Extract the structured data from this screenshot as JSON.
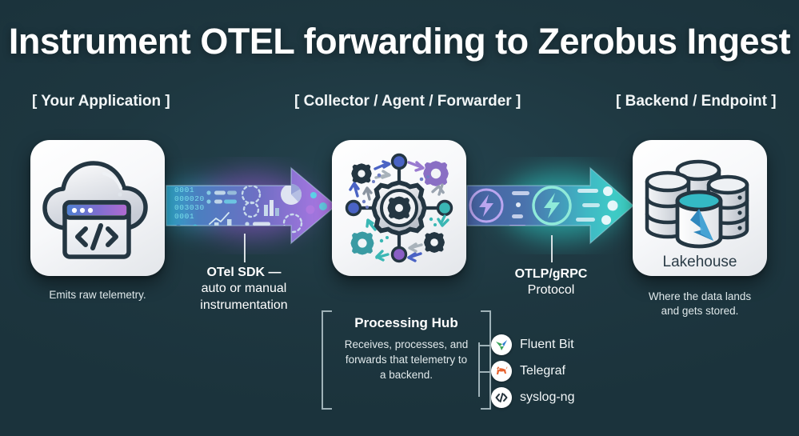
{
  "title": "Instrument OTEL forwarding to Zerobus Ingest",
  "background_color": "#1e3740",
  "stages": [
    {
      "label": "[ Your Application ]",
      "icon": "cloud-code-icon",
      "caption": "Emits raw telemetry."
    },
    {
      "label": "[ Collector / Agent / Forwarder ]",
      "icon": "gears-network-icon",
      "caption": ""
    },
    {
      "label": "[ Backend / Endpoint ]",
      "icon": "lakehouse-database-icon",
      "icon_text": "Lakehouse",
      "caption": "Where the data lands\nand gets stored."
    }
  ],
  "arrows": [
    {
      "name": "otel-sdk-arrow",
      "label_bold": "OTel SDK —",
      "label_rest": "auto or manual\ninstrumentation",
      "glyphs": "telemetry-data-glyphs",
      "binary": [
        "0001",
        "000020",
        "003030",
        "0001"
      ],
      "color_start": "#3ec8e0",
      "color_end": "#a96fe0"
    },
    {
      "name": "otlp-grpc-arrow",
      "label_bold": "OTLP/gRPC",
      "label_rest": "Protocol",
      "glyphs": "lightning-bolt-glyphs",
      "color_start": "#5b6fb4",
      "color_end": "#3fd2c7"
    }
  ],
  "hub": {
    "title": "Processing Hub",
    "description": "Receives, processes, and\nforwards that telemetry to\na backend."
  },
  "tools": [
    {
      "name": "Fluent Bit",
      "icon": "fluent-bit-bird-icon",
      "color": "#3aa35a"
    },
    {
      "name": "Telegraf",
      "icon": "telegraf-dog-icon",
      "color": "#e8622e"
    },
    {
      "name": "syslog-ng",
      "icon": "syslog-ng-code-icon",
      "color": "#22313a"
    }
  ]
}
